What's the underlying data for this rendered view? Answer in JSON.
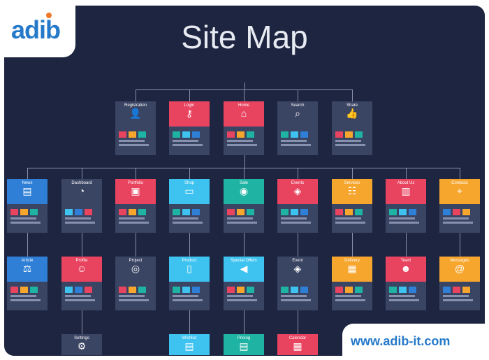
{
  "brand": {
    "logo_text": "adib",
    "website": "www.adib-it.com"
  },
  "title": "Site Map",
  "colors": {
    "background": "#1d2540",
    "card_body": "#3a4463",
    "blue": "#2f7fd6",
    "red": "#e8435f",
    "cyan": "#3ec3f0",
    "teal": "#1fb3a3",
    "orange": "#f6a52d",
    "slate": "#3a4463"
  },
  "level1": [
    {
      "label": "Registration",
      "icon": "user-icon",
      "glyph": "👤",
      "color": "slate"
    },
    {
      "label": "Login",
      "icon": "key-icon",
      "glyph": "⚷",
      "color": "red"
    },
    {
      "label": "Home",
      "icon": "home-icon",
      "glyph": "⌂",
      "color": "red"
    },
    {
      "label": "Search",
      "icon": "search-icon",
      "glyph": "⌕",
      "color": "slate"
    },
    {
      "label": "Share",
      "icon": "thumbs-up-icon",
      "glyph": "👍",
      "color": "slate"
    }
  ],
  "level2": [
    {
      "label": "News",
      "icon": "newspaper-icon",
      "glyph": "▤",
      "color": "blue"
    },
    {
      "label": "Dashboard",
      "icon": "gauge-icon",
      "glyph": "◔",
      "color": "slate"
    },
    {
      "label": "Portfolio",
      "icon": "presentation-icon",
      "glyph": "▣",
      "color": "red"
    },
    {
      "label": "Shop",
      "icon": "monitor-icon",
      "glyph": "▭",
      "color": "cyan"
    },
    {
      "label": "Sale",
      "icon": "piggy-bank-icon",
      "glyph": "◉",
      "color": "teal"
    },
    {
      "label": "Events",
      "icon": "ticket-icon",
      "glyph": "◈",
      "color": "red"
    },
    {
      "label": "Services",
      "icon": "services-icon",
      "glyph": "☷",
      "color": "orange"
    },
    {
      "label": "About Us",
      "icon": "building-icon",
      "glyph": "▥",
      "color": "red"
    },
    {
      "label": "Contacts",
      "icon": "map-icon",
      "glyph": "⌖",
      "color": "orange"
    }
  ],
  "level3": [
    {
      "label": "Article",
      "icon": "scales-icon",
      "glyph": "⚖",
      "color": "blue"
    },
    {
      "label": "Profile",
      "icon": "profile-icon",
      "glyph": "☺",
      "color": "red"
    },
    {
      "label": "Project",
      "icon": "lightbulb-icon",
      "glyph": "◎",
      "color": "slate"
    },
    {
      "label": "Product",
      "icon": "phone-icon",
      "glyph": "▯",
      "color": "cyan"
    },
    {
      "label": "Special Offers",
      "icon": "megaphone-icon",
      "glyph": "◀",
      "color": "cyan"
    },
    {
      "label": "Event",
      "icon": "ticket-icon",
      "glyph": "◈",
      "color": "slate"
    },
    {
      "label": "Delivery",
      "icon": "box-icon",
      "glyph": "▦",
      "color": "orange"
    },
    {
      "label": "Team",
      "icon": "team-icon",
      "glyph": "☻",
      "color": "red"
    },
    {
      "label": "Messages",
      "icon": "at-icon",
      "glyph": "@",
      "color": "orange"
    }
  ],
  "level4": [
    {
      "label": "Settings",
      "icon": "gear-icon",
      "glyph": "⚙",
      "color": "slate"
    },
    {
      "label": "Wishlist",
      "icon": "clipboard-icon",
      "glyph": "▤",
      "color": "cyan"
    },
    {
      "label": "Pricing",
      "icon": "price-icon",
      "glyph": "▤",
      "color": "teal"
    },
    {
      "label": "Calendar",
      "icon": "calendar-icon",
      "glyph": "▦",
      "color": "red"
    }
  ]
}
